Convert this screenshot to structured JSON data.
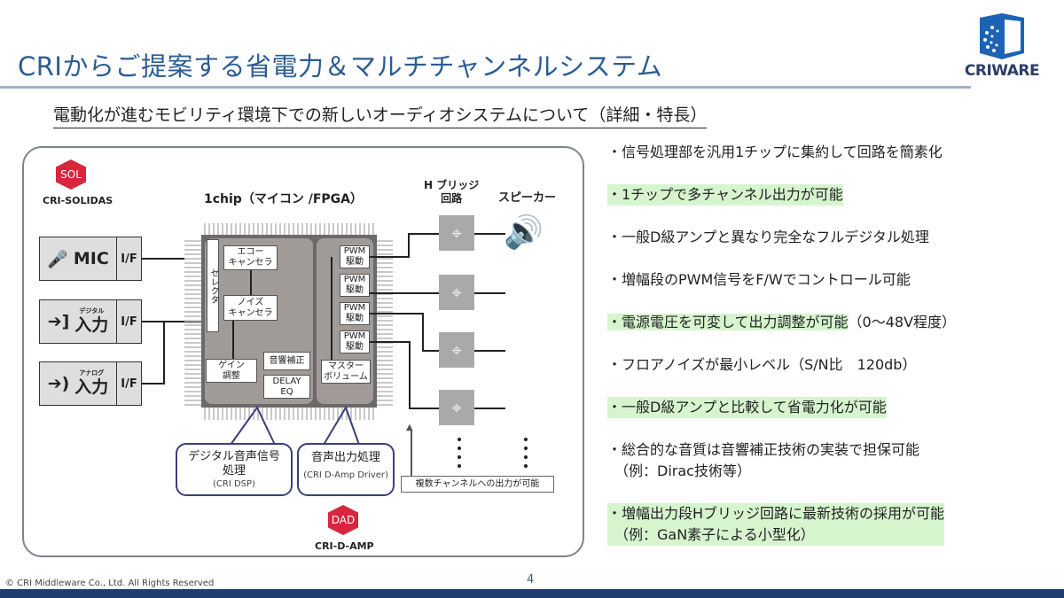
{
  "header": {
    "title": "CRIからご提案する省電力＆マルチチャンネルシステム",
    "subtitle": "電動化が進むモビリティ環境下での新しいオーディオシステムについて（詳細・特長）",
    "logo_text": "CRIWARE"
  },
  "diagram": {
    "sol_badge": "SOL",
    "sol_name": "CRI-SOLIDAS",
    "chip_label": "1chip（マイコン /FPGA）",
    "inputs": [
      {
        "label": "MIC",
        "small": "",
        "icon": "microphone-icon",
        "if": "I/F"
      },
      {
        "label": "入力",
        "small": "デジタル",
        "icon": "digital-input-icon",
        "if": "I/F"
      },
      {
        "label": "入力",
        "small": "アナログ",
        "icon": "analog-input-icon",
        "if": "I/F"
      }
    ],
    "selector": "セレクタ",
    "echo": "エコー\nキャンセラ",
    "noise": "ノイズ\nキャンセラ",
    "gain": "ゲイン\n調整",
    "acoustic": "音響補正",
    "delay": "DELAY\nEQ",
    "master": "マスター\nボリューム",
    "pwm": [
      "PWM\n駆動",
      "PWM\n駆動",
      "PWM\n駆動",
      "PWM\n駆動"
    ],
    "hbridge_label": "H ブリッジ\n回路",
    "speaker_label": "スピーカー",
    "dsp_callout": {
      "title": "デジタル音声信号\n処理",
      "sub": "(CRI DSP)"
    },
    "amp_callout": {
      "title": "音声出力処理",
      "sub": "(CRI D-Amp Driver)"
    },
    "multi_note": "複数チャンネルへの出力が可能",
    "dad_badge": "DAD",
    "dad_name": "CRI-D-AMP"
  },
  "bullets": [
    {
      "text": "・信号処理部を汎用1チップに集約して回路を簡素化",
      "highlight": false
    },
    {
      "text": "・1チップで多チャンネル出力が可能",
      "highlight": true
    },
    {
      "text": "・一般D級アンプと異なり完全なフルデジタル処理",
      "highlight": false
    },
    {
      "text": "・増幅段のPWM信号をF/Wでコントロール可能",
      "highlight": false
    },
    {
      "text": "・電源電圧を可変して出力調整が可能",
      "suffix": "（0～48V程度）",
      "highlight": true
    },
    {
      "text": "・フロアノイズが最小レベル（S/N比　120db）",
      "highlight": false
    },
    {
      "text": "・一般D級アンプと比較して省電力化が可能",
      "highlight": true
    },
    {
      "text": "・総合的な音質は音響補正技術の実装で担保可能",
      "line2": "　（例：Dirac技術等）",
      "highlight": false
    },
    {
      "text": "・増幅出力段Hブリッジ回路に最新技術の採用が可能",
      "line2": "　（例：GaN素子による小型化）",
      "highlight": true
    }
  ],
  "footer": {
    "copyright": "© CRI Middleware Co., Ltd. All Rights Reserved",
    "page": "4"
  },
  "colors": {
    "title": "#2b5c93",
    "highlight": "#d6f5cf",
    "badge": "#d7263d",
    "bar": "#1f3e6e"
  }
}
